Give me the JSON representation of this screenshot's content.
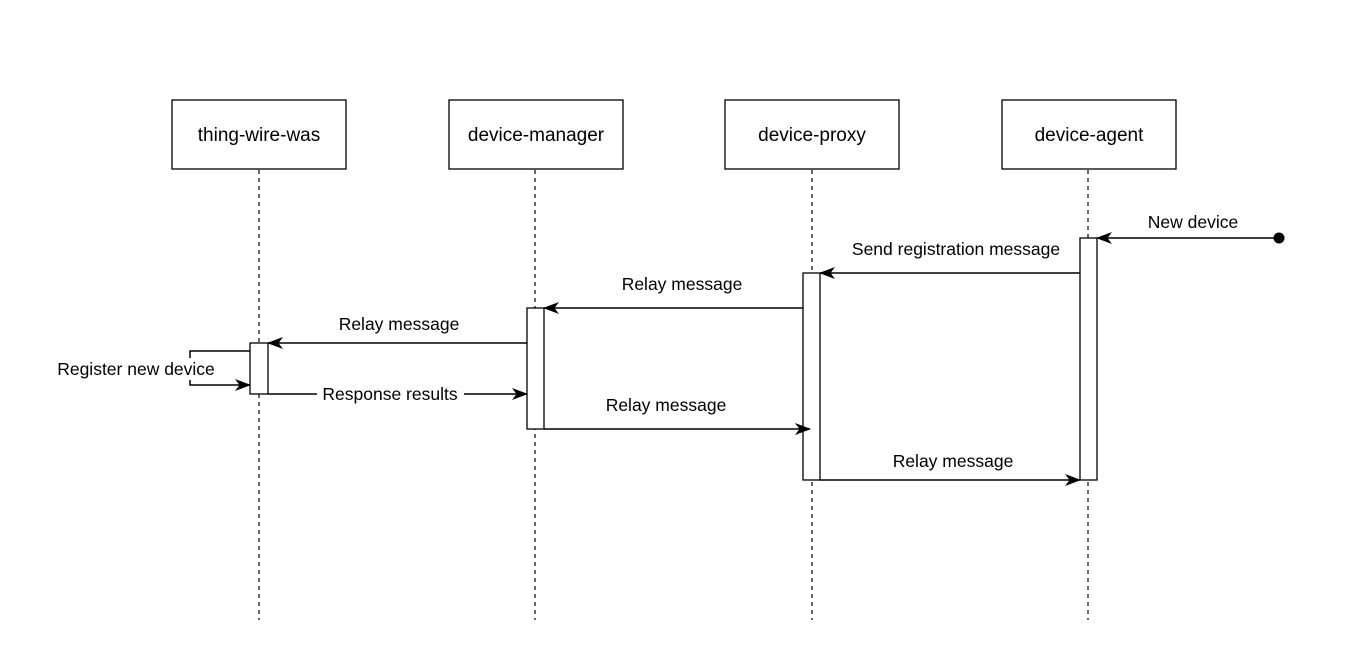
{
  "participants": [
    {
      "id": "p1",
      "label": "thing-wire-was"
    },
    {
      "id": "p2",
      "label": "device-manager"
    },
    {
      "id": "p3",
      "label": "device-proxy"
    },
    {
      "id": "p4",
      "label": "device-agent"
    }
  ],
  "messages": [
    {
      "label": "New device"
    },
    {
      "label": "Send registration message"
    },
    {
      "label": "Relay message"
    },
    {
      "label": "Relay message"
    },
    {
      "label": "Register new device"
    },
    {
      "label": "Response results"
    },
    {
      "label": "Relay message"
    },
    {
      "label": "Relay message"
    }
  ]
}
